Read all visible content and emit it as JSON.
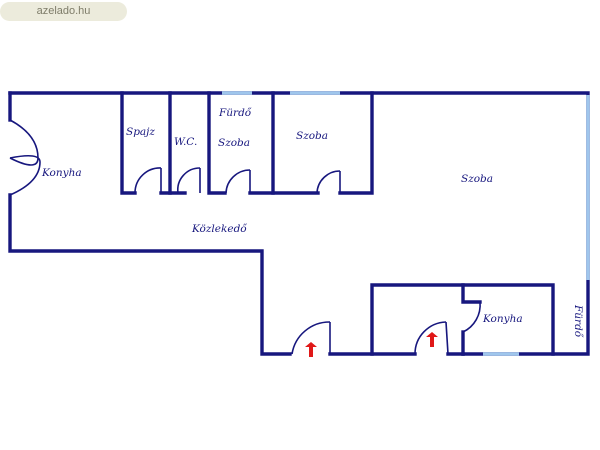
{
  "watermark": {
    "text": "azelado.hu"
  },
  "rooms": {
    "konyha_left": "Konyha",
    "spajz": "Spajz",
    "wc": "W.C.",
    "furdo_top": "Fürdő",
    "szoba_small": "Szoba",
    "szoba_mid": "Szoba",
    "szoba_large": "Szoba",
    "kozlekedo": "Közlekedő",
    "konyha_right": "Konyha",
    "furdo_right": "Fürdő"
  },
  "colors": {
    "wall": "#17177e",
    "window": "#9fc6ec",
    "entry": "#e01818",
    "watermark_bg": "#ecebdc"
  },
  "icons": {
    "entry": "entry-arrow-icon"
  }
}
